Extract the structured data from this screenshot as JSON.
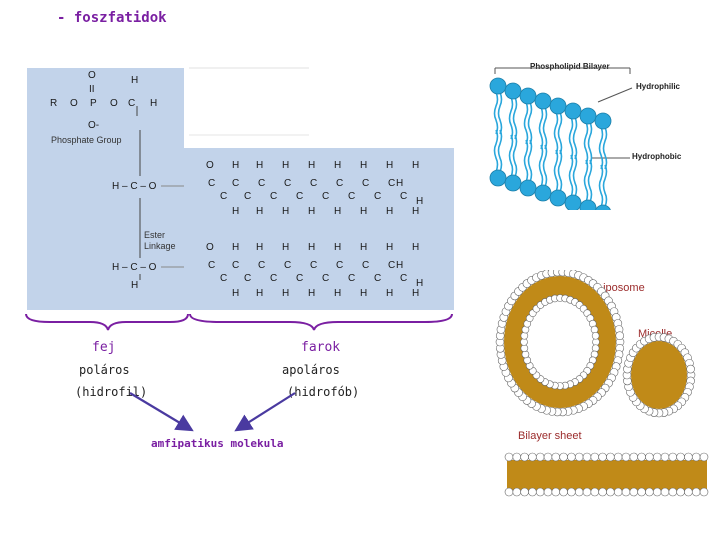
{
  "title": "- foszfatidok",
  "molecule": {
    "head_rows": [
      [
        "O",
        "H"
      ],
      [
        "II",
        ""
      ],
      [
        "R",
        "O",
        "P",
        "O",
        "C",
        "H"
      ],
      [
        "O-",
        ""
      ]
    ],
    "phosphate_group_label": "Phosphate Group",
    "ester_linkage_label": "Ester\nLinkage",
    "glycerol_rows": [
      "H – C – O",
      "H – C – O",
      "H"
    ],
    "chain_atom_C": "C",
    "chain_atom_H": "H",
    "chain_atom_O": "O"
  },
  "labels": {
    "fej": "fej",
    "farok": "farok",
    "polaros": "poláros",
    "apolaros": "apoláros",
    "hidrofil": "(hidrofil)",
    "hidrofob": "(hidrofób)",
    "amfipatikus": "amfipatikus molekula"
  },
  "bilayer": {
    "title": "Phospholipid Bilayer",
    "hydrophilic": "Hydrophilic",
    "hydrophobic": "Hydrophobic"
  },
  "structures": {
    "liposome": "Liposome",
    "micelle": "Micelle",
    "bilayer_sheet": "Bilayer sheet"
  },
  "colors": {
    "accent": "#7a1fa2",
    "arrow": "#4a3aa0",
    "panel": "#c2d3ea",
    "head": "#2aa7dc",
    "tail": "#c08a18"
  }
}
